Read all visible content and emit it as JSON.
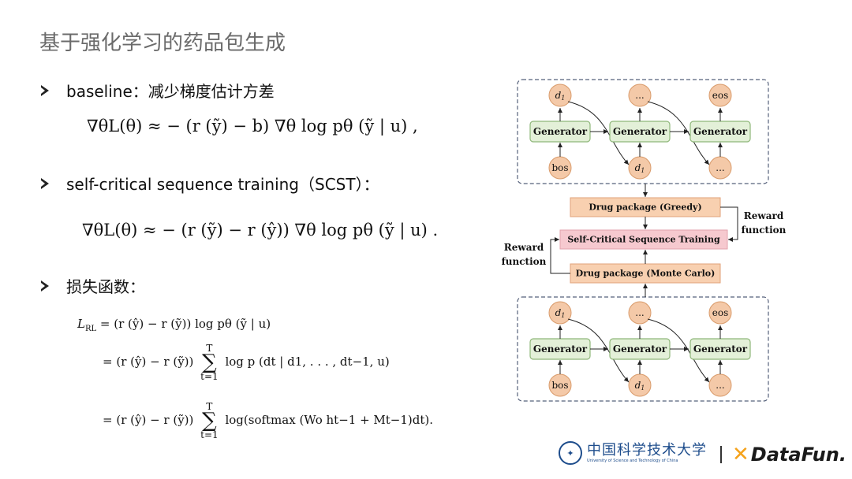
{
  "slide": {
    "title": "基于强化学习的药品包生成",
    "bullets": [
      {
        "text": "baseline：减少梯度估计方差"
      },
      {
        "text": "self-critical sequence training（SCST）："
      },
      {
        "text": "损失函数："
      }
    ]
  },
  "equations": {
    "eq1": "∇θL(θ) ≈ − (r (ỹ) − b) ∇θ log pθ (ỹ | u) ,",
    "eq2": "∇θL(θ) ≈ − (r (ỹ) − r (ŷ)) ∇θ log pθ (ỹ | u) .",
    "loss_lhs": "L",
    "loss_lhs_sub": "RL",
    "loss_row1": "= (r (ŷ) − r (ỹ)) log pθ (ỹ | u)",
    "loss_row2_pre": "= (r (ŷ) − r (ỹ))",
    "loss_row2_post": "log p (dt | d1, . . . , dt−1, u)",
    "loss_row3_pre": "= (r (ŷ) − r (ỹ))",
    "loss_row3_post": "log(softmax (Wo ht−1 + Mt−1)dt).",
    "sum_upper": "T",
    "sum_lower": "t=1"
  },
  "diagram": {
    "generator_label": "Generator",
    "top_inputs": [
      "bos",
      "d1",
      "..."
    ],
    "top_outputs": [
      "d1",
      "...",
      "eos"
    ],
    "bottom_inputs": [
      "bos",
      "d1",
      "..."
    ],
    "bottom_outputs": [
      "d1",
      "...",
      "eos"
    ],
    "greedy_label": "Drug package (Greedy)",
    "scst_label": "Self-Critical Sequence Training",
    "mc_label": "Drug package (Monte Carlo)",
    "reward_right_1": "Reward",
    "reward_right_2": "function",
    "reward_left_1": "Reward",
    "reward_left_2": "function"
  },
  "footer": {
    "university_cn": "中国科学技术大学",
    "university_en": "University of Science and Technology of China",
    "brand": "DataFun."
  },
  "colors": {
    "generator_fill": "#e3f0d8",
    "generator_stroke": "#8fb77a",
    "token_fill": "#f4c9a8",
    "token_stroke": "#d99b6b",
    "orange_box": "#f8d0b0",
    "pink_box": "#f6c9cf"
  }
}
